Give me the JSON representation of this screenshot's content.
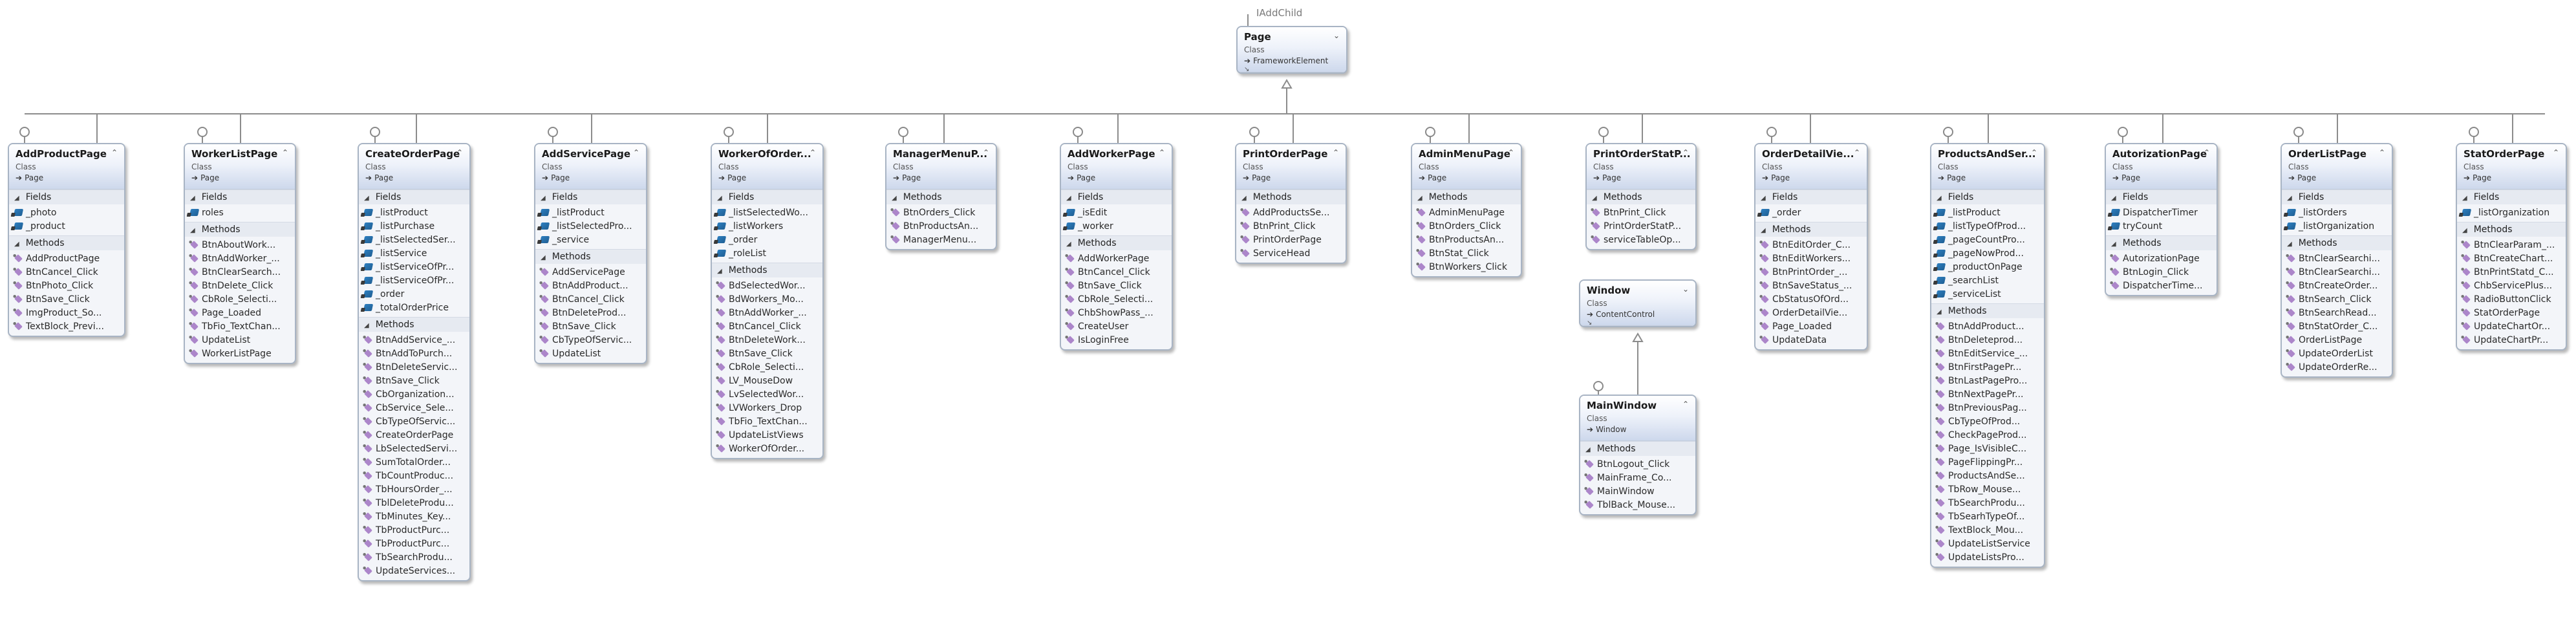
{
  "interface_label": "IAddChild",
  "labels": {
    "class_stereotype": "Class",
    "fields": "Fields",
    "methods": "Methods"
  },
  "classes": [
    {
      "id": "page",
      "name": "Page",
      "base": "FrameworkElement",
      "fields": [],
      "methods": []
    },
    {
      "id": "addproductpage",
      "name": "AddProductPage",
      "base": "Page",
      "fields": [
        "_photo",
        "_product"
      ],
      "methods": [
        "AddProductPage",
        "BtnCancel_Click",
        "BtnPhoto_Click",
        "BtnSave_Click",
        "ImgProduct_So...",
        "TextBlock_Previ..."
      ]
    },
    {
      "id": "workerlistpage",
      "name": "WorkerListPage",
      "base": "Page",
      "fields": [
        "roles"
      ],
      "methods": [
        "BtnAboutWork...",
        "BtnAddWorker_...",
        "BtnClearSearch...",
        "BtnDelete_Click",
        "CbRole_Selecti...",
        "Page_Loaded",
        "TbFio_TextChan...",
        "UpdateList",
        "WorkerListPage"
      ]
    },
    {
      "id": "createorderpage",
      "name": "CreateOrderPage",
      "base": "Page",
      "fields": [
        "_listProduct",
        "_listPurchase",
        "_listSelectedSer...",
        "_listService",
        "_listServiceOfPr...",
        "_listServiceOfPr...",
        "_order",
        "_totalOrderPrice"
      ],
      "methods": [
        "BtnAddService_...",
        "BtnAddToPurch...",
        "BtnDeleteServic...",
        "BtnSave_Click",
        "CbOrganization...",
        "CbService_Sele...",
        "CbTypeOfServic...",
        "CreateOrderPage",
        "LbSelectedServi...",
        "SumTotalOrder...",
        "TbCountProduc...",
        "TbHoursOrder_...",
        "TblDeleteProdu...",
        "TbMinutes_Key...",
        "TbProductPurc...",
        "TbProductPurc...",
        "TbSearchProdu...",
        "UpdateServices..."
      ]
    },
    {
      "id": "addservicepage",
      "name": "AddServicePage",
      "base": "Page",
      "fields": [
        "_listProduct",
        "_listSelectedPro...",
        "_service"
      ],
      "methods": [
        "AddServicePage",
        "BtnAddProduct...",
        "BtnCancel_Click",
        "BtnDeleteProd...",
        "BtnSave_Click",
        "CbTypeOfServic...",
        "UpdateList"
      ]
    },
    {
      "id": "workerofordercountpage",
      "name": "WorkerOfOrder...",
      "base": "Page",
      "fields": [
        "_listSelectedWo...",
        "_listWorkers",
        "_order",
        "_roleList"
      ],
      "methods": [
        "BdSelectedWor...",
        "BdWorkers_Mo...",
        "BtnAddWorker_...",
        "BtnCancel_Click",
        "BtnDeleteWork...",
        "BtnSave_Click",
        "CbRole_Selecti...",
        "LV_MouseDow",
        "LvSelectedWor...",
        "LVWorkers_Drop",
        "TbFio_TextChan...",
        "UpdateListViews",
        "WorkerOfOrder..."
      ]
    },
    {
      "id": "managermenupage",
      "name": "ManagerMenuP...",
      "base": "Page",
      "fields": null,
      "methods": [
        "BtnOrders_Click",
        "BtnProductsAn...",
        "ManagerMenu..."
      ]
    },
    {
      "id": "addworkerpage",
      "name": "AddWorkerPage",
      "base": "Page",
      "fields": [
        "_isEdit",
        "_worker"
      ],
      "methods": [
        "AddWorkerPage",
        "BtnCancel_Click",
        "BtnSave_Click",
        "CbRole_Selecti...",
        "ChbShowPass_...",
        "CreateUser",
        "IsLoginFree"
      ]
    },
    {
      "id": "printorderpage",
      "name": "PrintOrderPage",
      "base": "Page",
      "fields": null,
      "methods": [
        "AddProductsSe...",
        "BtnPrint_Click",
        "PrintOrderPage",
        "ServiceHead"
      ]
    },
    {
      "id": "adminmenupage",
      "name": "AdminMenuPage",
      "base": "Page",
      "fields": null,
      "methods": [
        "AdminMenuPage",
        "BtnOrders_Click",
        "BtnProductsAn...",
        "BtnStat_Click",
        "BtnWorkers_Click"
      ]
    },
    {
      "id": "printorderstatpage",
      "name": "PrintOrderStatP...",
      "base": "Page",
      "fields": null,
      "methods": [
        "BtnPrint_Click",
        "PrintOrderStatP...",
        "serviceTableOp..."
      ]
    },
    {
      "id": "window",
      "name": "Window",
      "base": "ContentControl",
      "fields": [],
      "methods": []
    },
    {
      "id": "mainwindow",
      "name": "MainWindow",
      "base": "Window",
      "fields": null,
      "methods": [
        "BtnLogout_Click",
        "MainFrame_Co...",
        "MainWindow",
        "TblBack_Mouse..."
      ]
    },
    {
      "id": "orderdetailviewpage",
      "name": "OrderDetailVie...",
      "base": "Page",
      "fields": [
        "_order"
      ],
      "methods": [
        "BtnEditOrder_C...",
        "BtnEditWorkers...",
        "BtnPrintOrder_...",
        "BtnSaveStatus_...",
        "CbStatusOfOrd...",
        "OrderDetailVie...",
        "Page_Loaded",
        "UpdateData"
      ]
    },
    {
      "id": "productsandservicespage",
      "name": "ProductsAndSer...",
      "base": "Page",
      "fields": [
        "_listProduct",
        "_listTypeOfProd...",
        "_pageCountPro...",
        "_pageNowProd...",
        "_productOnPage",
        "_searchList",
        "_serviceList"
      ],
      "methods": [
        "BtnAddProduct...",
        "BtnDeleteprod...",
        "BtnEditService_...",
        "BtnFirstPagePr...",
        "BtnLastPagePro...",
        "BtnNextPagePr...",
        "BtnPreviousPag...",
        "CbTypeOfProd...",
        "CheckPageProd...",
        "Page_IsVisibleC...",
        "PageFlippingPr...",
        "ProductsAndSe...",
        "TbRow_Mouse...",
        "TbSearchProdu...",
        "TbSearhTypeOf...",
        "TextBlock_Mou...",
        "UpdateListService",
        "UpdateListsPro..."
      ]
    },
    {
      "id": "autorizationpage",
      "name": "AutorizationPage",
      "base": "Page",
      "fields": [
        "DispatcherTimer",
        "tryCount"
      ],
      "methods": [
        "AutorizationPage",
        "BtnLogin_Click",
        "DispatcherTime..."
      ]
    },
    {
      "id": "orderlistpage",
      "name": "OrderListPage",
      "base": "Page",
      "fields": [
        "_listOrders",
        "_listOrganization"
      ],
      "methods": [
        "BtnClearSearchi...",
        "BtnClearSearchi...",
        "BtnCreateOrder...",
        "BtnSearch_Click",
        "BtnSearchRead...",
        "BtnStatOrder_C...",
        "OrderListPage",
        "UpdateOrderList",
        "UpdateOrderRe..."
      ]
    },
    {
      "id": "statorderpage",
      "name": "StatOrderPage",
      "base": "Page",
      "fields": [
        "_listOrganization"
      ],
      "methods": [
        "BtnClearParam_...",
        "BtnCreateChart...",
        "BtnPrintStatd_C...",
        "ChbServicePlus...",
        "RadioButtonClick",
        "StatOrderPage",
        "UpdateChartOr...",
        "UpdateChartPr..."
      ]
    }
  ]
}
